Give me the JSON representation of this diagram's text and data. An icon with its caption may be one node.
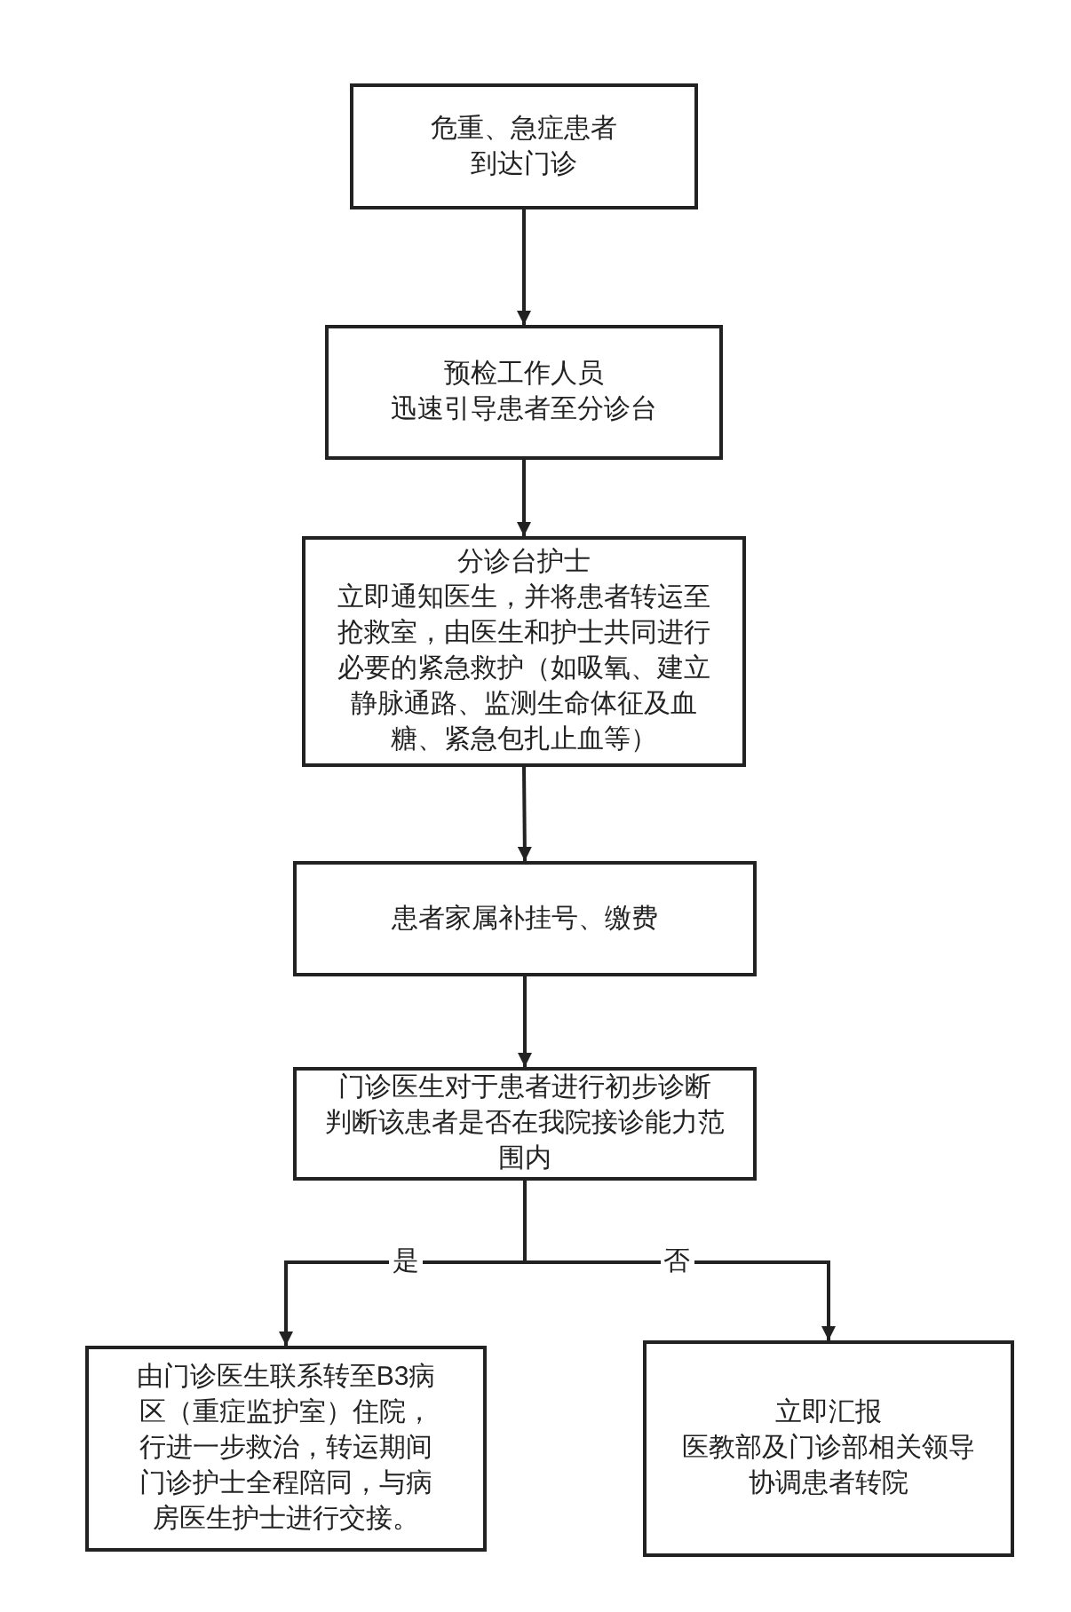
{
  "diagram": {
    "nodes": [
      {
        "text": [
          "危重、急症患者",
          "到达门诊"
        ]
      },
      {
        "text": [
          "预检工作人员",
          "迅速引导患者至分诊台"
        ]
      },
      {
        "text": [
          "分诊台护士",
          "立即通知医生，并将患者转运至抢救室，由医生和护士共同进行必要的紧急救护（如吸氧、建立静脉通路、监测生命体征及血糖、紧急包扎止血等）"
        ]
      },
      {
        "text": [
          "患者家属补挂号、缴费"
        ]
      },
      {
        "text": [
          "门诊医生对于患者进行初步诊断",
          "判断该患者是否在我院接诊能力范围内"
        ]
      },
      {
        "text": [
          "由门诊医生联系转至B3病区（重症监护室）住院，行进一步救治，转运期间门诊护士全程陪同，与病房医生护士进行交接。"
        ]
      },
      {
        "text": [
          "立即汇报",
          "医教部及门诊部相关领导",
          "协调患者转院"
        ]
      }
    ],
    "edges": [
      {
        "from": 0,
        "to": 1,
        "arrow": "to"
      },
      {
        "from": 1,
        "to": 2,
        "arrow": "to"
      },
      {
        "from": 2,
        "to": 3,
        "arrow": "to"
      },
      {
        "from": 3,
        "to": 4,
        "arrow": "to"
      },
      {
        "from": 4,
        "to": 5,
        "arrow": "to",
        "label": "是"
      },
      {
        "from": 4,
        "to": 6,
        "arrow": "to",
        "label": "否"
      }
    ]
  }
}
